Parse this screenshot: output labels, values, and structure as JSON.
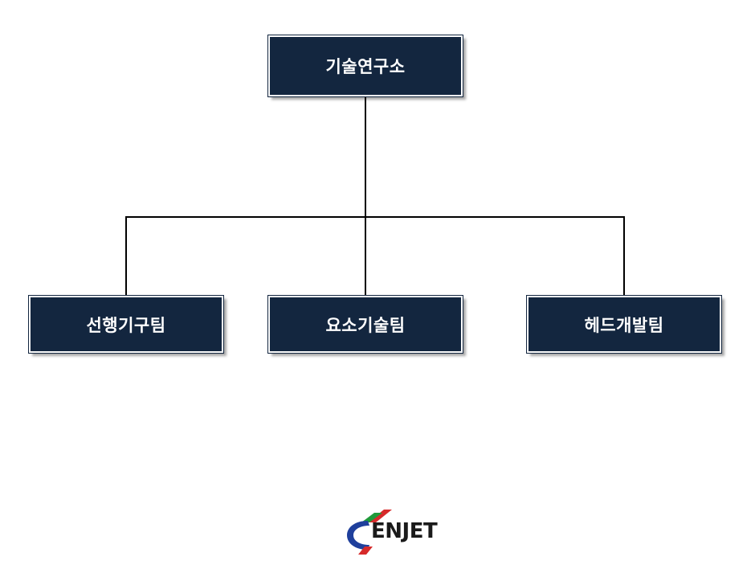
{
  "org_chart": {
    "root": {
      "label": "기술연구소"
    },
    "children": [
      {
        "label": "선행기구팀"
      },
      {
        "label": "요소기술팀"
      },
      {
        "label": "헤드개발팀"
      }
    ]
  },
  "logo": {
    "text": "ENJET",
    "colors": {
      "red": "#d62a2a",
      "green": "#1f9a3a",
      "blue": "#1f3f9c"
    }
  },
  "colors": {
    "node_fill": "#13263f",
    "node_text": "#ffffff",
    "connector": "#000000"
  }
}
